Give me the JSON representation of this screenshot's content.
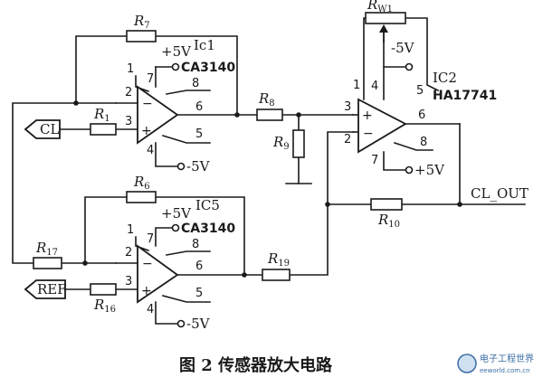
{
  "caption": "图 2   传感器放大电路",
  "signals": {
    "cl_in": "CL",
    "ref_in": "REF",
    "cl_out": "CL_OUT"
  },
  "supplies": {
    "pos": "+5V",
    "neg": "-5V"
  },
  "resistors": {
    "r1": "R",
    "r1_sub": "1",
    "r6": "R",
    "r6_sub": "6",
    "r7": "R",
    "r7_sub": "7",
    "r8": "R",
    "r8_sub": "8",
    "r9": "R",
    "r9_sub": "9",
    "r10": "R",
    "r10_sub": "10",
    "r16": "R",
    "r16_sub": "16",
    "r17": "R",
    "r17_sub": "17",
    "r19": "R",
    "r19_sub": "19",
    "rw1": "R",
    "rw1_sub": "W1"
  },
  "amplifiers": {
    "ic1": {
      "ref": "Ic1",
      "part": "CA3140",
      "pins": [
        "1",
        "2",
        "3",
        "4",
        "5",
        "6",
        "7",
        "8"
      ]
    },
    "ic5": {
      "ref": "IC5",
      "part": "CA3140",
      "pins": [
        "1",
        "2",
        "3",
        "4",
        "5",
        "6",
        "7",
        "8"
      ]
    },
    "ic2": {
      "ref": "IC2",
      "part": "HA17741",
      "pins": [
        "1",
        "2",
        "3",
        "4",
        "5",
        "6",
        "7",
        "8"
      ]
    }
  },
  "amp_signs": {
    "minus": "−",
    "plus": "+"
  },
  "watermark": {
    "brand": "电子工程世界",
    "site": "eeworld.com.cn"
  }
}
